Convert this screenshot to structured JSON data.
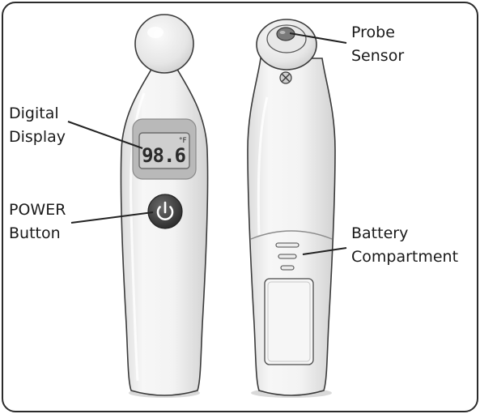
{
  "display": {
    "reading": "98.6",
    "unit": "°F"
  },
  "callouts": {
    "digital_display": [
      "Digital",
      "Display"
    ],
    "power_button": [
      "POWER",
      "Button"
    ],
    "probe_sensor": [
      "Probe",
      "Sensor"
    ],
    "battery_compartment": [
      "Battery",
      "Compartment"
    ]
  },
  "colors": {
    "body_fill": "#f1f1f1",
    "outline": "#3a3a3a",
    "lcd_fill": "#c9c9c9",
    "lcd_frame": "#a8a8a8",
    "power_button": "#3c3c3c",
    "probe_lens": "#7a7a7a"
  },
  "icons": {
    "power": "power-icon",
    "screw": "screw-icon"
  }
}
